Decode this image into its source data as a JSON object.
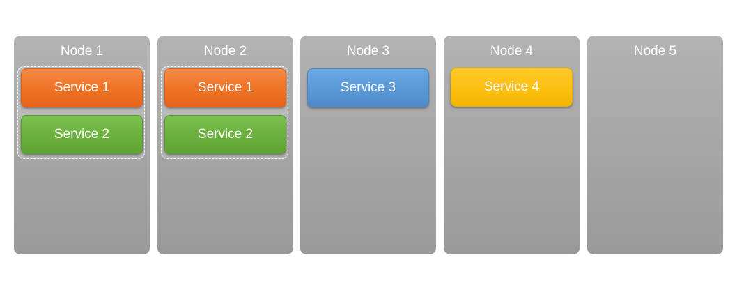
{
  "nodes": [
    {
      "title": "Node 1"
    },
    {
      "title": "Node 2"
    },
    {
      "title": "Node 3"
    },
    {
      "title": "Node 4"
    },
    {
      "title": "Node 5"
    }
  ],
  "services": {
    "node1": [
      "Service 1",
      "Service 2"
    ],
    "node2": [
      "Service 1",
      "Service 2"
    ],
    "node3": [
      "Service 3"
    ],
    "node4": [
      "Service 4"
    ]
  },
  "colors": {
    "node_fill": "#a6a6a6",
    "service_1": "#ef7224",
    "service_2": "#6ab03c",
    "service_3": "#5a98d6",
    "service_4": "#fdbf12",
    "text": "#ffffff"
  }
}
